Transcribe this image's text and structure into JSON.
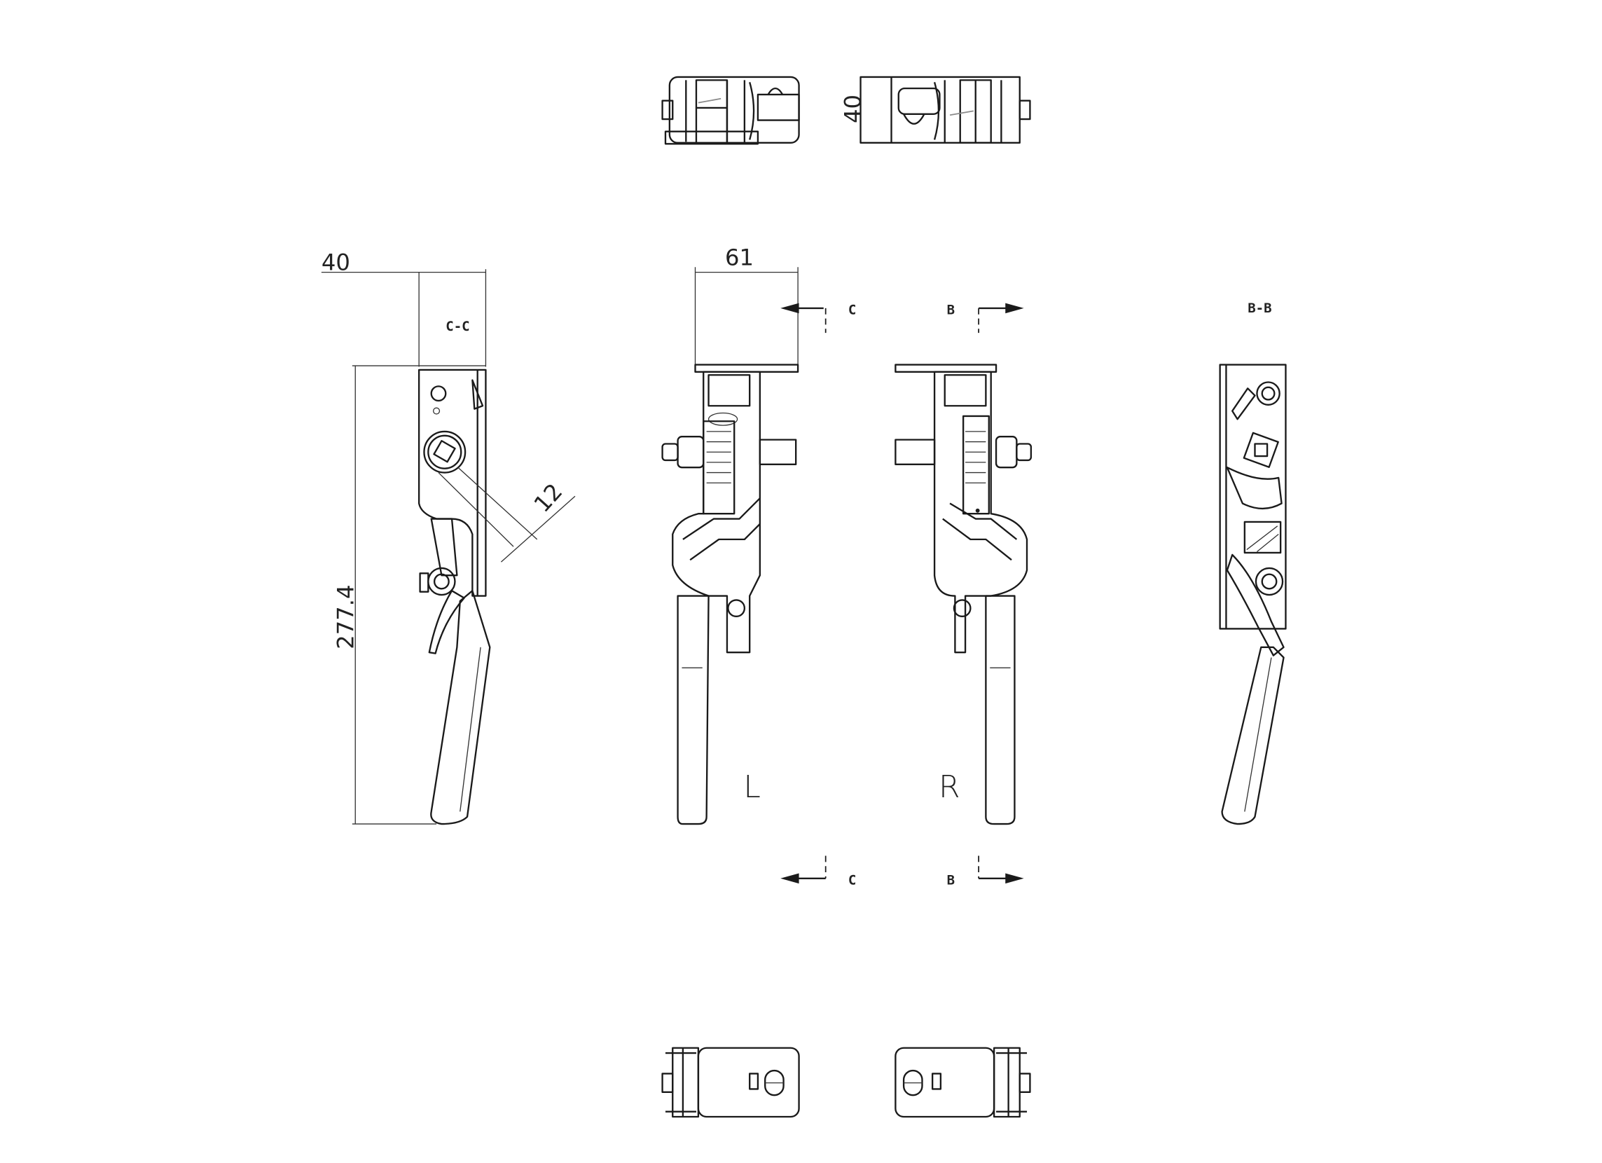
{
  "drawing": {
    "dimensions": {
      "side_width": "40",
      "side_height": "277.4",
      "handle_width": "12",
      "bracket_depth": "61",
      "top_view_width": "40"
    },
    "section_labels": {
      "c_c": "C-C",
      "b_b": "B-B",
      "c_top": "C",
      "c_bottom": "C",
      "b_top": "B",
      "b_bottom": "B"
    },
    "variant_labels": {
      "left": "L",
      "right": "R"
    }
  }
}
